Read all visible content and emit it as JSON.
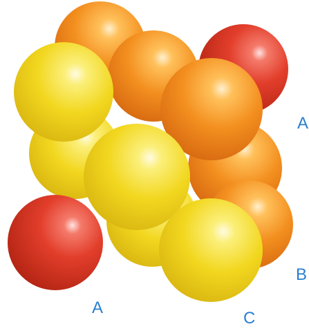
{
  "labels": {
    "a_right": "A",
    "b_right": "B",
    "a_bottom": "A",
    "c_bottom": "C"
  },
  "colors": {
    "label": "#2a7fd0",
    "red": "#e0402a",
    "orange": "#f08a1c",
    "yellow": "#f2d81e"
  }
}
